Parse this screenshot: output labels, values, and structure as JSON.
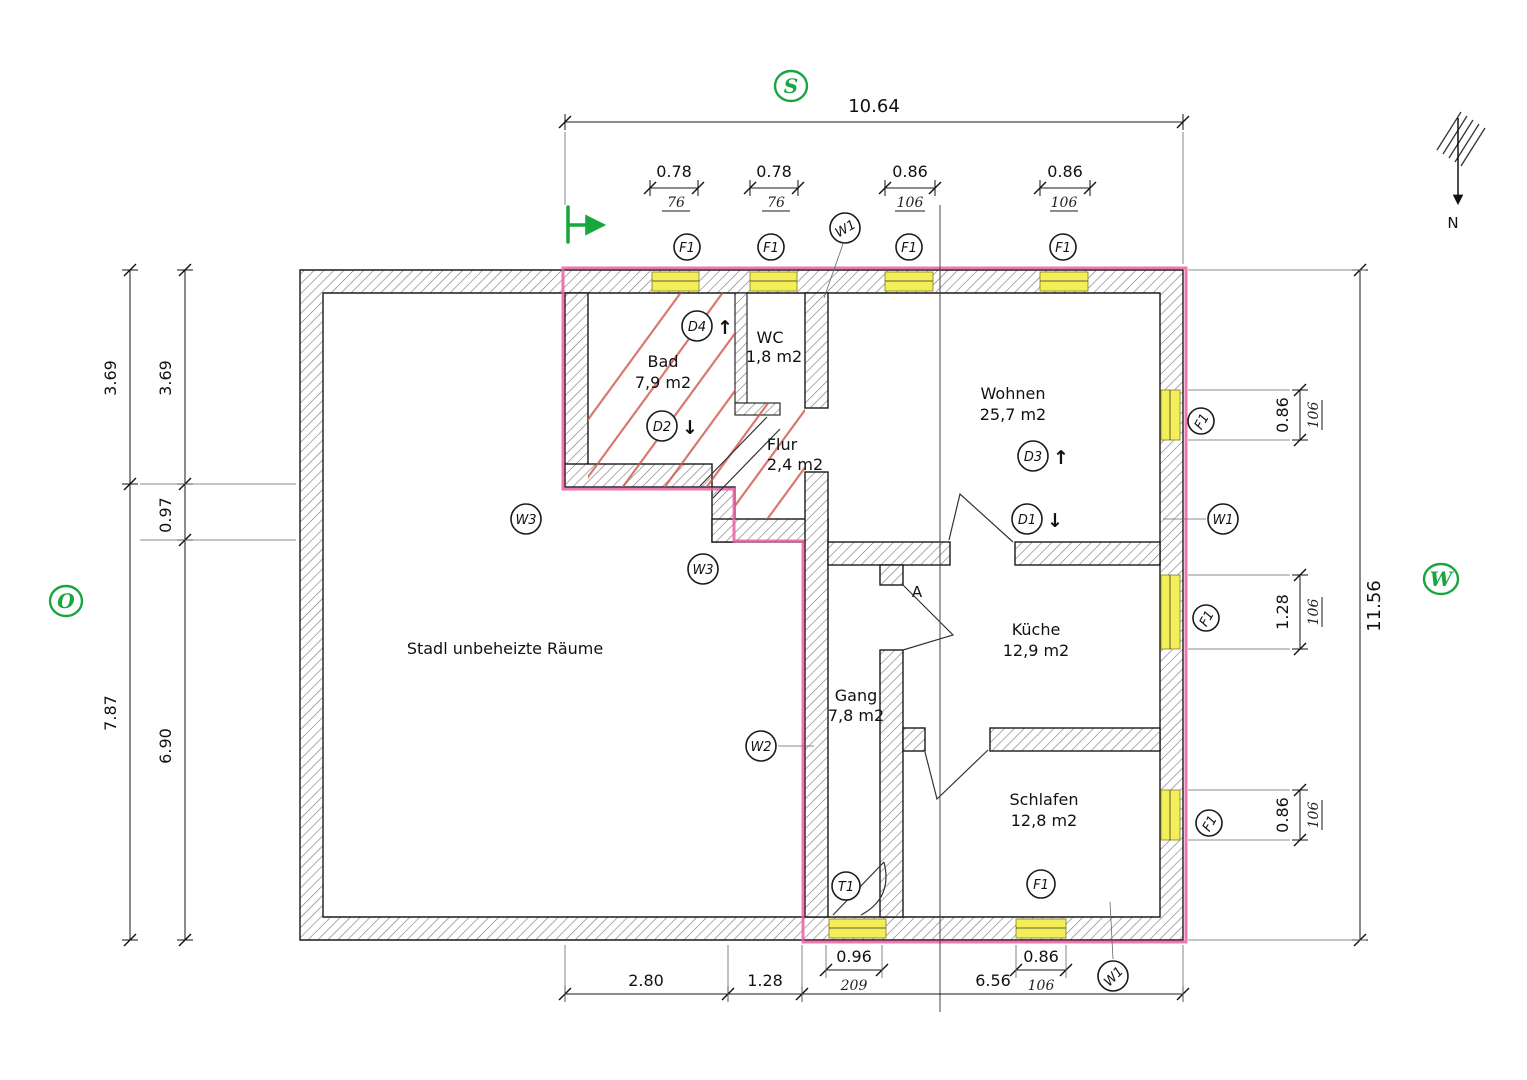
{
  "colors": {
    "pink_outline": "#ec5fa3",
    "window_yellow": "#f4ee58",
    "marker_green": "#18a63e",
    "bath_red": "#cc5544",
    "wall_hatch": "#777777",
    "ink": "#1a1a1a"
  },
  "compass": {
    "label": "N"
  },
  "orientation": {
    "top": "S",
    "left": "O",
    "right": "W"
  },
  "icons": {
    "arrow_up": "↑",
    "arrow_down": "↓"
  },
  "rooms": {
    "stadl": {
      "name": "Stadl unbeheizte Räume",
      "area": ""
    },
    "bad": {
      "name": "Bad",
      "area": "7,9 m2"
    },
    "wc": {
      "name": "WC",
      "area": "1,8 m2"
    },
    "flur": {
      "name": "Flur",
      "area": "2,4 m2"
    },
    "wohnen": {
      "name": "Wohnen",
      "area": "25,7 m2"
    },
    "kueche": {
      "name": "Küche",
      "area": "12,9 m2"
    },
    "schlafen": {
      "name": "Schlafen",
      "area": "12,8 m2"
    },
    "gang": {
      "name": "Gang",
      "area": "7,8 m2"
    }
  },
  "markers": {
    "f1": "F1",
    "w1": "W1",
    "w2": "W2",
    "w3": "W3",
    "t1": "T1",
    "d1": "D1",
    "d2": "D2",
    "d3": "D3",
    "d4": "D4",
    "a": "A"
  },
  "dims": {
    "top_total": "10.64",
    "top": [
      {
        "m": "0.78",
        "cm": "76"
      },
      {
        "m": "0.78",
        "cm": "76"
      },
      {
        "m": "0.86",
        "cm": "106"
      },
      {
        "m": "0.86",
        "cm": "106"
      }
    ],
    "left_outer": [
      "3.69",
      "7.87"
    ],
    "left_inner": [
      "3.69",
      "0.97",
      "6.90"
    ],
    "right_total": "11.56",
    "right": [
      {
        "m": "0.86",
        "cm": "106"
      },
      {
        "m": "1.28",
        "cm": "106"
      },
      {
        "m": "0.86",
        "cm": "106"
      }
    ],
    "bottom": [
      "2.80",
      "1.28",
      "6.56"
    ],
    "bottom_door": {
      "m": "0.96",
      "cm": "209"
    },
    "bottom_window": {
      "m": "0.86",
      "cm": "106"
    }
  }
}
